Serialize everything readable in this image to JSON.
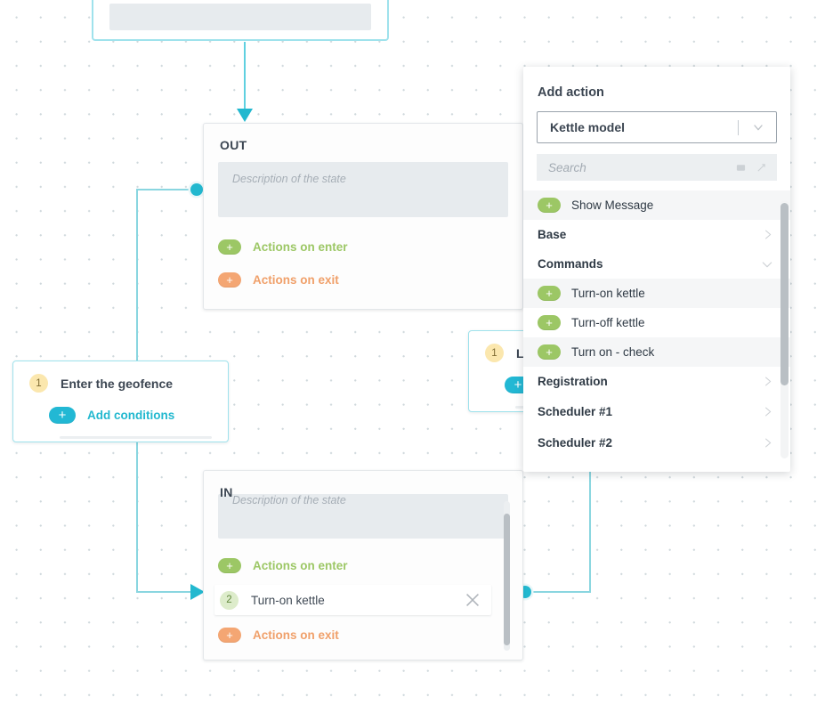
{
  "canvas": {
    "background": "#ffffff",
    "dot_color": "#cfd8dc",
    "accent_teal": "#22b8cf",
    "accent_green": "#9cc765",
    "accent_orange": "#f4a673",
    "text_dark": "#3c4652"
  },
  "top_card": {
    "name": "partial-state-card-top"
  },
  "states": [
    {
      "id": "out",
      "title": "OUT",
      "description_placeholder": "Description of the state",
      "actions_on_enter_label": "Actions on enter",
      "actions_on_exit_label": "Actions on exit",
      "items": []
    },
    {
      "id": "in",
      "title": "IN",
      "description_placeholder": "Description of the state",
      "actions_on_enter_label": "Actions on enter",
      "actions_on_exit_label": "Actions on exit",
      "items": [
        {
          "number": "2",
          "label": "Turn-on kettle",
          "close_icon": "close-icon"
        }
      ]
    }
  ],
  "conditions": [
    {
      "id": "enter-geofence",
      "number": "1",
      "title": "Enter the geofence",
      "add_label": "Add conditions"
    },
    {
      "id": "leave-geofence",
      "number": "1",
      "title": "Le",
      "add_label": ""
    }
  ],
  "popup": {
    "title": "Add action",
    "model_select": {
      "value": "Kettle model",
      "chevron_icon": "chevron-down-icon"
    },
    "search": {
      "value": "",
      "placeholder": "Search",
      "icon_left": "keyboard-icon",
      "icon_right": "resize-icon"
    },
    "menu": [
      {
        "type": "action",
        "label": "Show Message",
        "highlight": true
      },
      {
        "type": "group",
        "label": "Base",
        "expanded": false,
        "chevron": "chevron-right-icon"
      },
      {
        "type": "group",
        "label": "Commands",
        "expanded": true,
        "chevron": "chevron-down-icon"
      },
      {
        "type": "action",
        "label": "Turn-on kettle",
        "highlight": true
      },
      {
        "type": "action",
        "label": "Turn-off kettle",
        "highlight": false
      },
      {
        "type": "action",
        "label": "Turn on - check",
        "highlight": true
      },
      {
        "type": "group",
        "label": "Registration",
        "expanded": false,
        "chevron": "chevron-right-icon"
      },
      {
        "type": "group",
        "label": "Scheduler #1",
        "expanded": false,
        "chevron": "chevron-right-icon"
      },
      {
        "type": "group",
        "label": "Scheduler #2",
        "expanded": false,
        "chevron": "chevron-right-icon"
      }
    ]
  }
}
